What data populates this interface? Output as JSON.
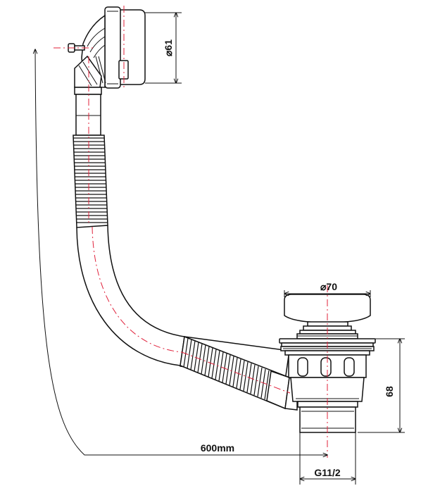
{
  "dimensions": {
    "overflow_diameter": "⌀61",
    "plug_diameter": "⌀70",
    "height": "68",
    "cable_length": "600mm",
    "thread": "G11/2"
  },
  "colors": {
    "line": "#111111",
    "centerline": "#e0203a",
    "background": "#ffffff"
  }
}
